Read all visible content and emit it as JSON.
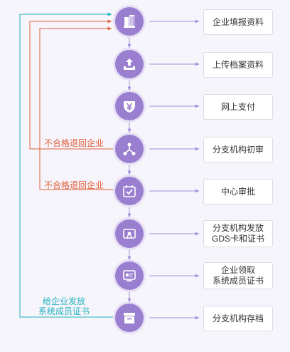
{
  "steps": [
    {
      "label": "企业填报资料",
      "icon": "building-icon"
    },
    {
      "label": "上传档案资料",
      "icon": "upload-icon"
    },
    {
      "label": "网上支付",
      "icon": "yen-icon"
    },
    {
      "label": "分支机构初审",
      "icon": "branch-icon"
    },
    {
      "label": "中心审批",
      "icon": "calendar-check-icon"
    },
    {
      "label_line1": "分支机构发放",
      "label_line2": "GDS卡和证书",
      "icon": "certificate-icon"
    },
    {
      "label_line1": "企业领取",
      "label_line2": "系统成员证书",
      "icon": "certificate-receive-icon"
    },
    {
      "label": "分支机构存档",
      "icon": "archive-icon"
    }
  ],
  "loops": {
    "reject_label": "不合格退回企业",
    "issue_label_line1": "给企业发放",
    "issue_label_line2": "系统成员证书"
  },
  "colors": {
    "icon_fill": "#9a7fd1",
    "icon_ring": "#e7e0f5",
    "arrow": "#a48fdb",
    "reject": "#e0603c",
    "issue": "#23b3bd"
  }
}
